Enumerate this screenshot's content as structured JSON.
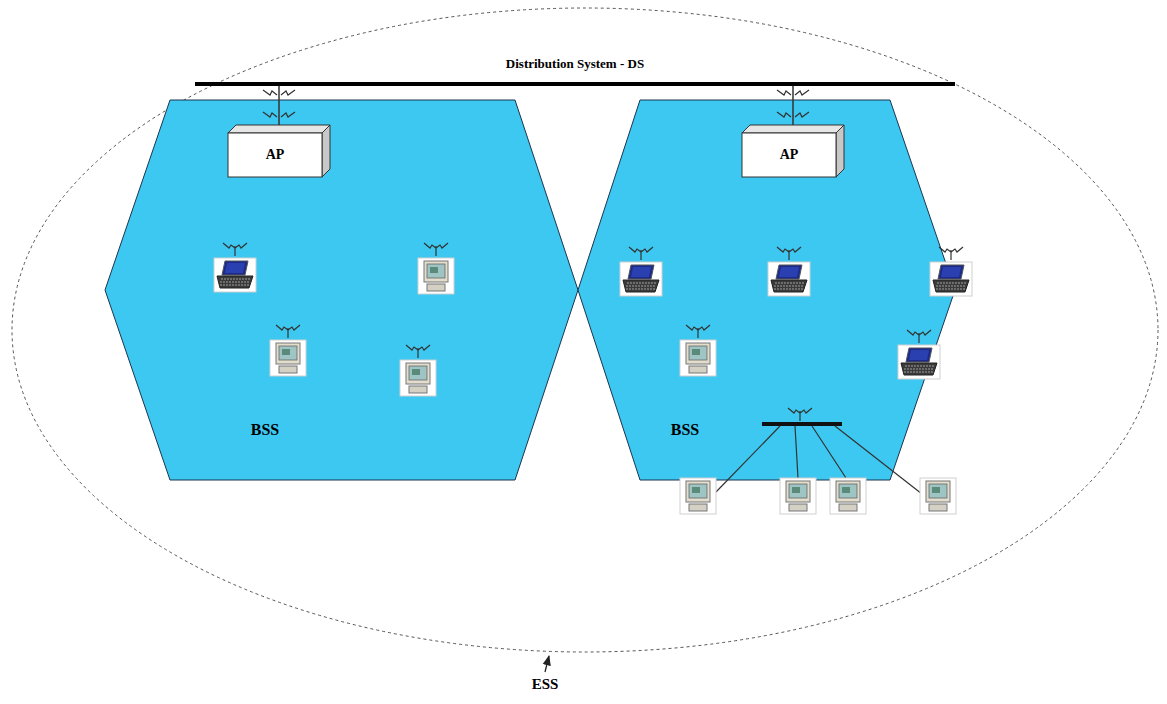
{
  "diagram": {
    "nodes": [
      {
        "text": [
          "ESS"
        ]
      },
      {
        "text": [
          "Distribution System - DS"
        ],
        "in": 0
      },
      {
        "text": [
          "BSS"
        ],
        "in": 0
      },
      {
        "text": [
          "AP"
        ],
        "in": 2
      },
      {
        "text": [
          "BSS"
        ],
        "in": 0
      },
      {
        "text": [
          "AP"
        ],
        "in": 4
      }
    ],
    "edges": [
      {
        "from": 3,
        "to": 1,
        "arrow": "none"
      },
      {
        "from": 5,
        "to": 1,
        "arrow": "none"
      }
    ]
  }
}
